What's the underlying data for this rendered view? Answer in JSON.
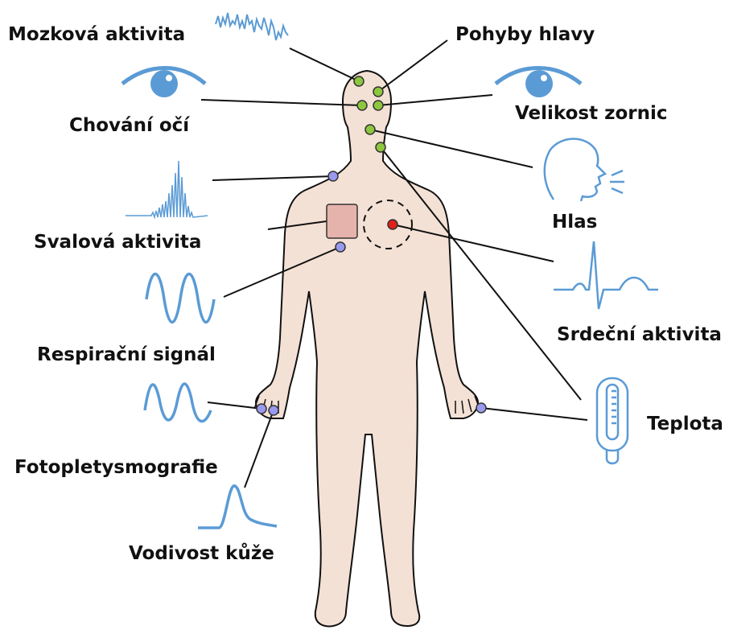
{
  "labels": {
    "brain": "Mozková aktivita",
    "head": "Pohyby hlavy",
    "eyes": "Chování očí",
    "pupil": "Velikost zornic",
    "voice": "Hlas",
    "muscle": "Svalová aktivita",
    "heart": "Srdeční aktivita",
    "resp": "Respirační signál",
    "ppg": "Fotopletysmografie",
    "temp": "Teplota",
    "eda": "Vodivost kůže"
  },
  "colors": {
    "skin": "#f4e1d5",
    "outline": "#111111",
    "signal": "#5b9bd5",
    "sensor_green": "#8dc63f",
    "sensor_blue": "#9999ee",
    "heart_dot": "#e0201a",
    "muscle_pad": "#e6b3ac"
  },
  "icons": {
    "brain": "eeg-wave-icon",
    "eyes": "eye-icon",
    "pupil": "eye-icon",
    "voice": "speaking-head-icon",
    "muscle": "emg-burst-icon",
    "heart": "ecg-wave-icon",
    "resp": "respiration-wave-icon",
    "ppg": "ppg-wave-icon",
    "temp": "thermometer-icon",
    "eda": "eda-peak-icon"
  }
}
